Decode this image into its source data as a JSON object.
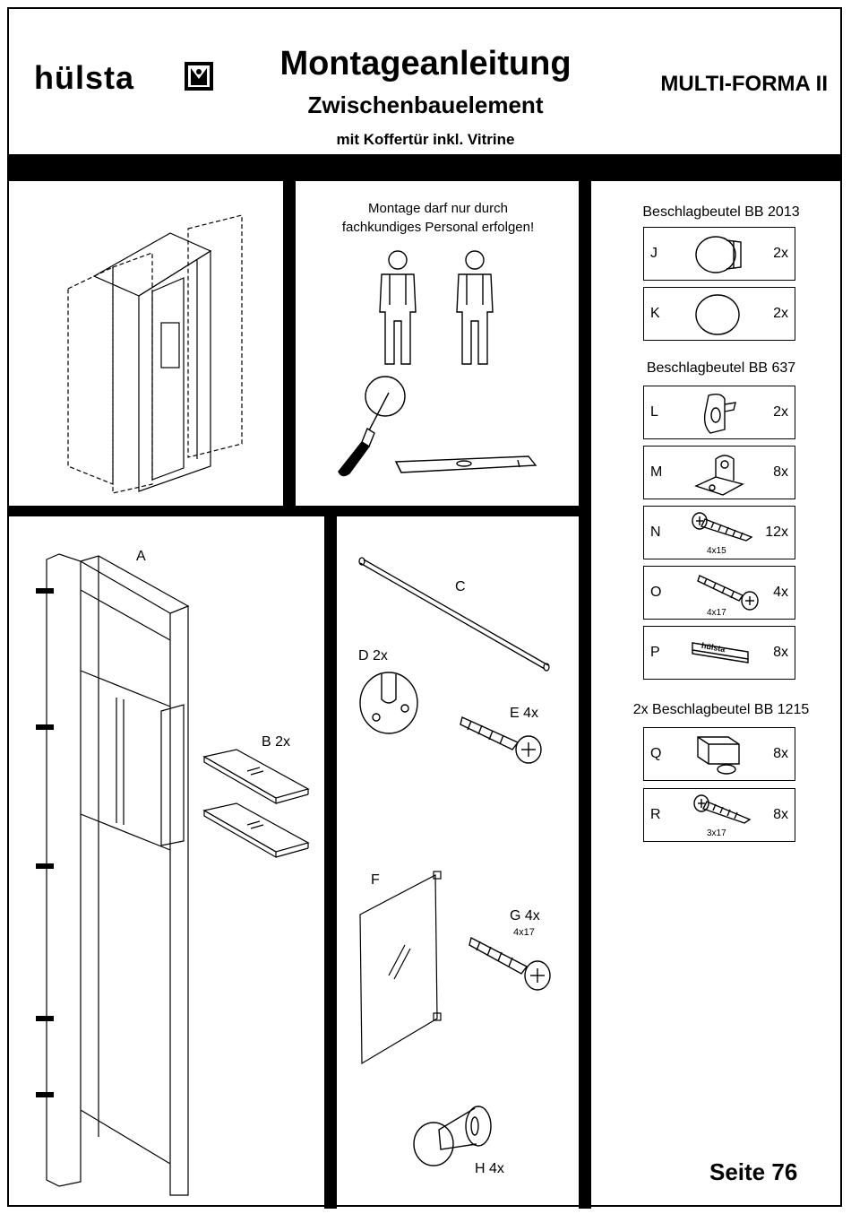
{
  "header": {
    "brand": "hülsta",
    "title": "Montageanleitung",
    "subtitle": "Zwischenbauelement",
    "subtitle2": "mit Koffertür inkl. Vitrine",
    "model": "MULTI-FORMA II"
  },
  "notice": {
    "line1": "Montage darf nur durch",
    "line2": "fachkundiges Personal erfolgen!"
  },
  "hardware": {
    "group1": "Beschlagbeutel BB 2013",
    "group2": "Beschlagbeutel BB 637",
    "group3": "2x Beschlagbeutel BB 1215",
    "items": [
      {
        "letter": "J",
        "qty": "2x",
        "icon": "button-fastener-icon"
      },
      {
        "letter": "K",
        "qty": "2x",
        "icon": "cover-cap-icon"
      },
      {
        "letter": "L",
        "qty": "2x",
        "icon": "shelf-support-clip-icon"
      },
      {
        "letter": "M",
        "qty": "8x",
        "icon": "angle-bracket-icon"
      },
      {
        "letter": "N",
        "qty": "12x",
        "size": "4x15",
        "icon": "screw-icon"
      },
      {
        "letter": "O",
        "qty": "4x",
        "size": "4x17",
        "icon": "screw-icon"
      },
      {
        "letter": "P",
        "qty": "8x",
        "icon": "logo-plate-icon",
        "plate_text": "hülsta"
      },
      {
        "letter": "Q",
        "qty": "8x",
        "icon": "glass-clip-icon"
      },
      {
        "letter": "R",
        "qty": "8x",
        "size": "3x17",
        "icon": "screw-icon"
      }
    ]
  },
  "parts": {
    "A": "A",
    "B": "B 2x",
    "C": "C",
    "D": "D 2x",
    "E": "E 4x",
    "F": "F",
    "G": "G 4x",
    "G_size": "4x17",
    "H": "H 4x"
  },
  "footer": {
    "page": "Seite 76"
  }
}
